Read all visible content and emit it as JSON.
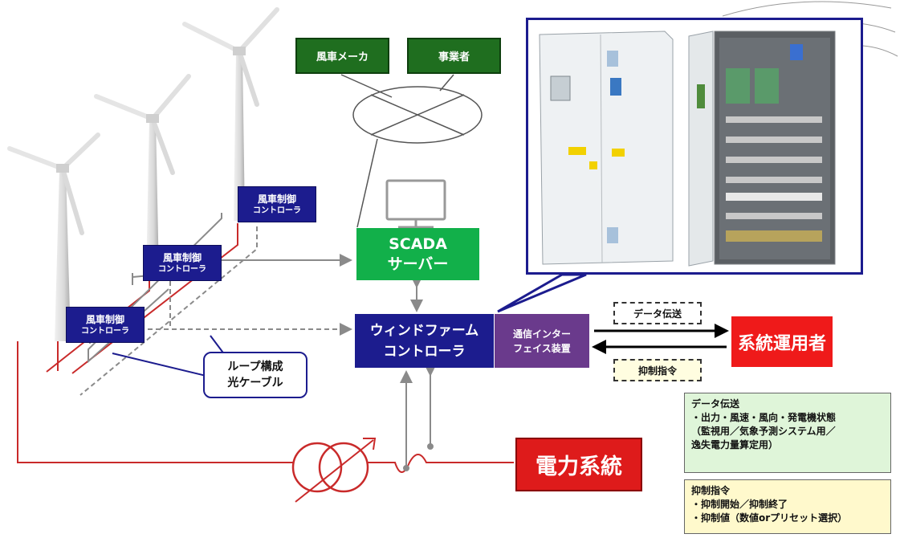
{
  "parties": {
    "manufacturer": "風車メーカ",
    "operator": "事業者"
  },
  "turbine_controllers": [
    {
      "line1": "風車制御",
      "line2": "コントローラ"
    },
    {
      "line1": "風車制御",
      "line2": "コントローラ"
    },
    {
      "line1": "風車制御",
      "line2": "コントローラ"
    }
  ],
  "scada": {
    "line1": "SCADA",
    "line2": "サーバー"
  },
  "wind_farm_controller": {
    "line1": "ウィンドファーム",
    "line2": "コントローラ"
  },
  "comm_device": {
    "line1": "通信インター",
    "line2": "フェイス装置"
  },
  "system_operator": "系統運用者",
  "power_grid": "電力系統",
  "labels": {
    "data_transfer": "データ伝送",
    "curtail_command": "抑制指令"
  },
  "cable_label": {
    "line1": "ループ構成",
    "line2": "光ケーブル"
  },
  "info_data": {
    "title": "データ伝送",
    "lines": [
      "・出力・風速・風向・発電機状態",
      "（監視用／気象予測システム用／",
      "逸失電力量算定用）"
    ]
  },
  "info_curtail": {
    "title": "抑制指令",
    "lines": [
      "・抑制開始／抑制終了",
      "・抑制値（数値orプリセット選択）"
    ]
  }
}
